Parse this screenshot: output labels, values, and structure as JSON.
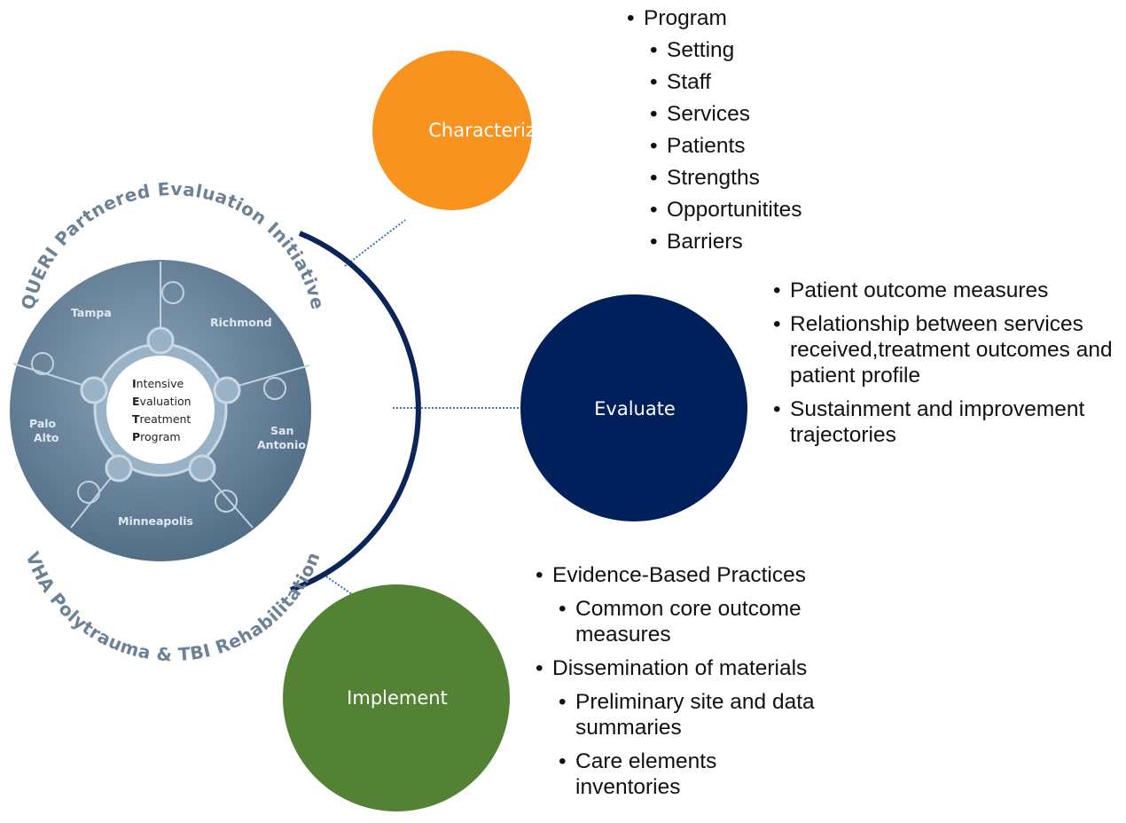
{
  "emblem": {
    "top_arc_text": "QUERI Partnered Evaluation Initiative",
    "bottom_arc_text": "VHA Polytrauma & TBI Rehabilitation",
    "sites": [
      "Tampa",
      "Richmond",
      "San",
      "Antonio",
      "Minneapolis",
      "Palo",
      "Alto"
    ],
    "center_lines": [
      {
        "cap": "I",
        "rest": "ntensive"
      },
      {
        "cap": "E",
        "rest": "valuation"
      },
      {
        "cap": "T",
        "rest": "reatment"
      },
      {
        "cap": "P",
        "rest": "rogram"
      }
    ]
  },
  "phases": {
    "characterize": {
      "label": "Characterize",
      "color": "#f7931e",
      "bullets": [
        {
          "text": "Program",
          "level": 1
        },
        {
          "text": "Setting",
          "level": 2
        },
        {
          "text": "Staff",
          "level": 2
        },
        {
          "text": "Services",
          "level": 2
        },
        {
          "text": "Patients",
          "level": 2
        },
        {
          "text": "Strengths",
          "level": 2
        },
        {
          "text": "Opportunitites",
          "level": 2
        },
        {
          "text": "Barriers",
          "level": 2
        }
      ]
    },
    "evaluate": {
      "label": "Evaluate",
      "color": "#00205b",
      "bullets": [
        {
          "text": "Patient outcome measures",
          "level": 1
        },
        {
          "text": "Relationship between services received,treatment outcomes and patient profile",
          "level": 1
        },
        {
          "text": "Sustainment and improvement trajectories",
          "level": 1
        }
      ]
    },
    "implement": {
      "label": "Implement",
      "color": "#548235",
      "bullets": [
        {
          "text": "Evidence-Based Practices",
          "level": 1
        },
        {
          "text": "Common core outcome  measures",
          "level": 2
        },
        {
          "text": "Dissemination of materials",
          "level": 1
        },
        {
          "text": "Preliminary site and data summaries",
          "level": 2
        },
        {
          "text": "Care elements inventories",
          "level": 2
        }
      ]
    }
  },
  "colors": {
    "arc": "#0b2559",
    "connector": "#3f6fb5",
    "emblem_outer": "#6d8aa1",
    "emblem_inner": "#9ab2c6"
  }
}
